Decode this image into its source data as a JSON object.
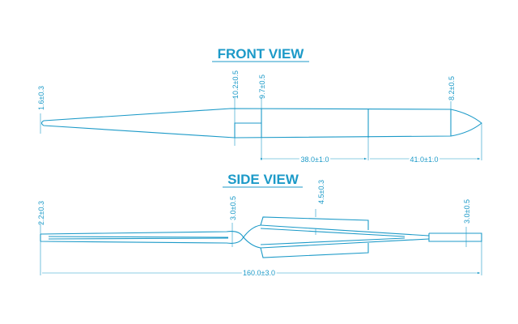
{
  "front_view": {
    "title": "FRONT VIEW",
    "dims": {
      "tip": "1.6±0.3",
      "shoulder": "10.2±0.5",
      "body": "9.7±0.5",
      "tail": "8.2±0.5",
      "mid_len": "38.0±1.0",
      "end_len": "41.0±1.0"
    }
  },
  "side_view": {
    "title": "SIDE VIEW",
    "dims": {
      "tip": "2.2±0.3",
      "cross": "3.0±0.5",
      "plate": "4.5±0.3",
      "end": "3.0±0.5",
      "total": "160.0±3.0"
    }
  },
  "colors": {
    "line": "#1c9ac8"
  }
}
